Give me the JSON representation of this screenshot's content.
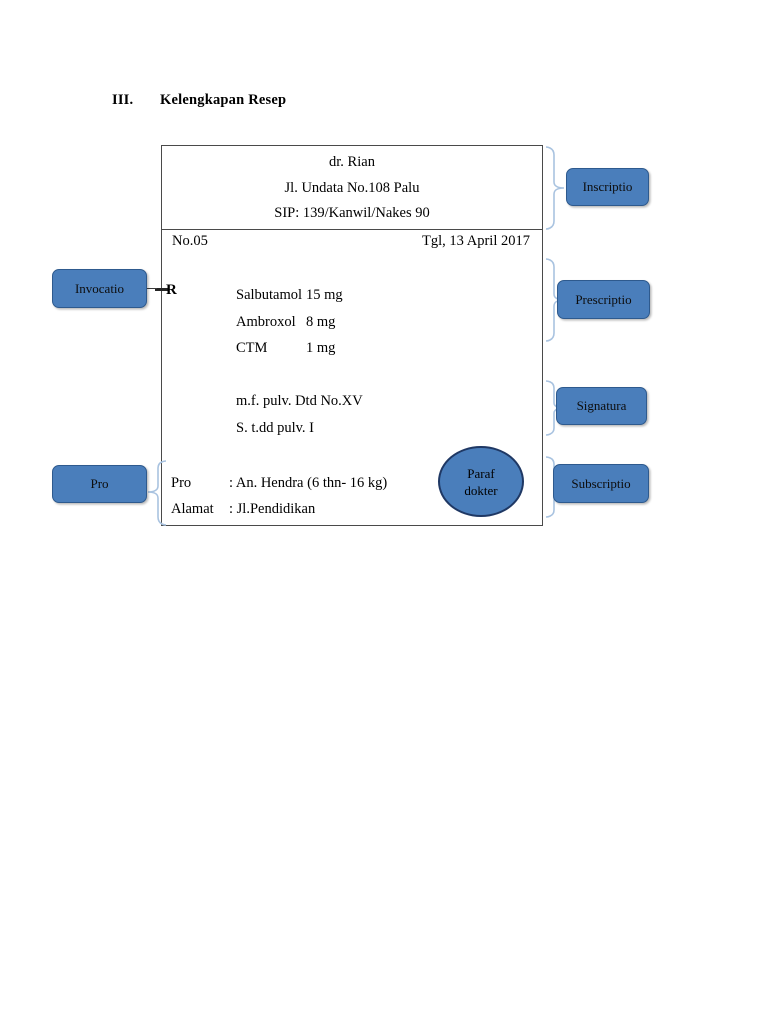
{
  "heading": {
    "number": "III.",
    "text": "Kelengkapan Resep"
  },
  "prescription": {
    "header": {
      "doctor_name": "dr. Rian",
      "address": "Jl. Undata No.108 Palu",
      "license": "SIP: 139/Kanwil/Nakes 90"
    },
    "meta": {
      "number": "No.05",
      "date": "Tgl, 13 April 2017"
    },
    "rx_symbol": "R",
    "medications": [
      {
        "name": "Salbutamol",
        "dose": "15 mg"
      },
      {
        "name": "Ambroxol",
        "dose": "8 mg"
      },
      {
        "name": "CTM",
        "dose": "1 mg"
      }
    ],
    "signatura": [
      "m.f. pulv. Dtd No.XV",
      "S. t.dd pulv. I"
    ],
    "patient": {
      "pro_label": "Pro",
      "pro_value": ": An. Hendra (6 thn- 16 kg)",
      "alamat_label": "Alamat",
      "alamat_value": ": Jl.Pendidikan"
    },
    "signature_stamp": {
      "line1": "Paraf",
      "line2": "dokter"
    }
  },
  "callouts": {
    "inscriptio": "Inscriptio",
    "prescriptio": "Prescriptio",
    "signatura": "Signatura",
    "subscriptio": "Subscriptio",
    "invocatio": "Invocatio",
    "pro": "Pro"
  },
  "colors": {
    "tag_fill": "#4a7ebb",
    "tag_border": "#2e5a8e",
    "brace": "#a9c3e0",
    "box_border": "#4a4a4a",
    "ellipse_border": "#1f3864"
  }
}
